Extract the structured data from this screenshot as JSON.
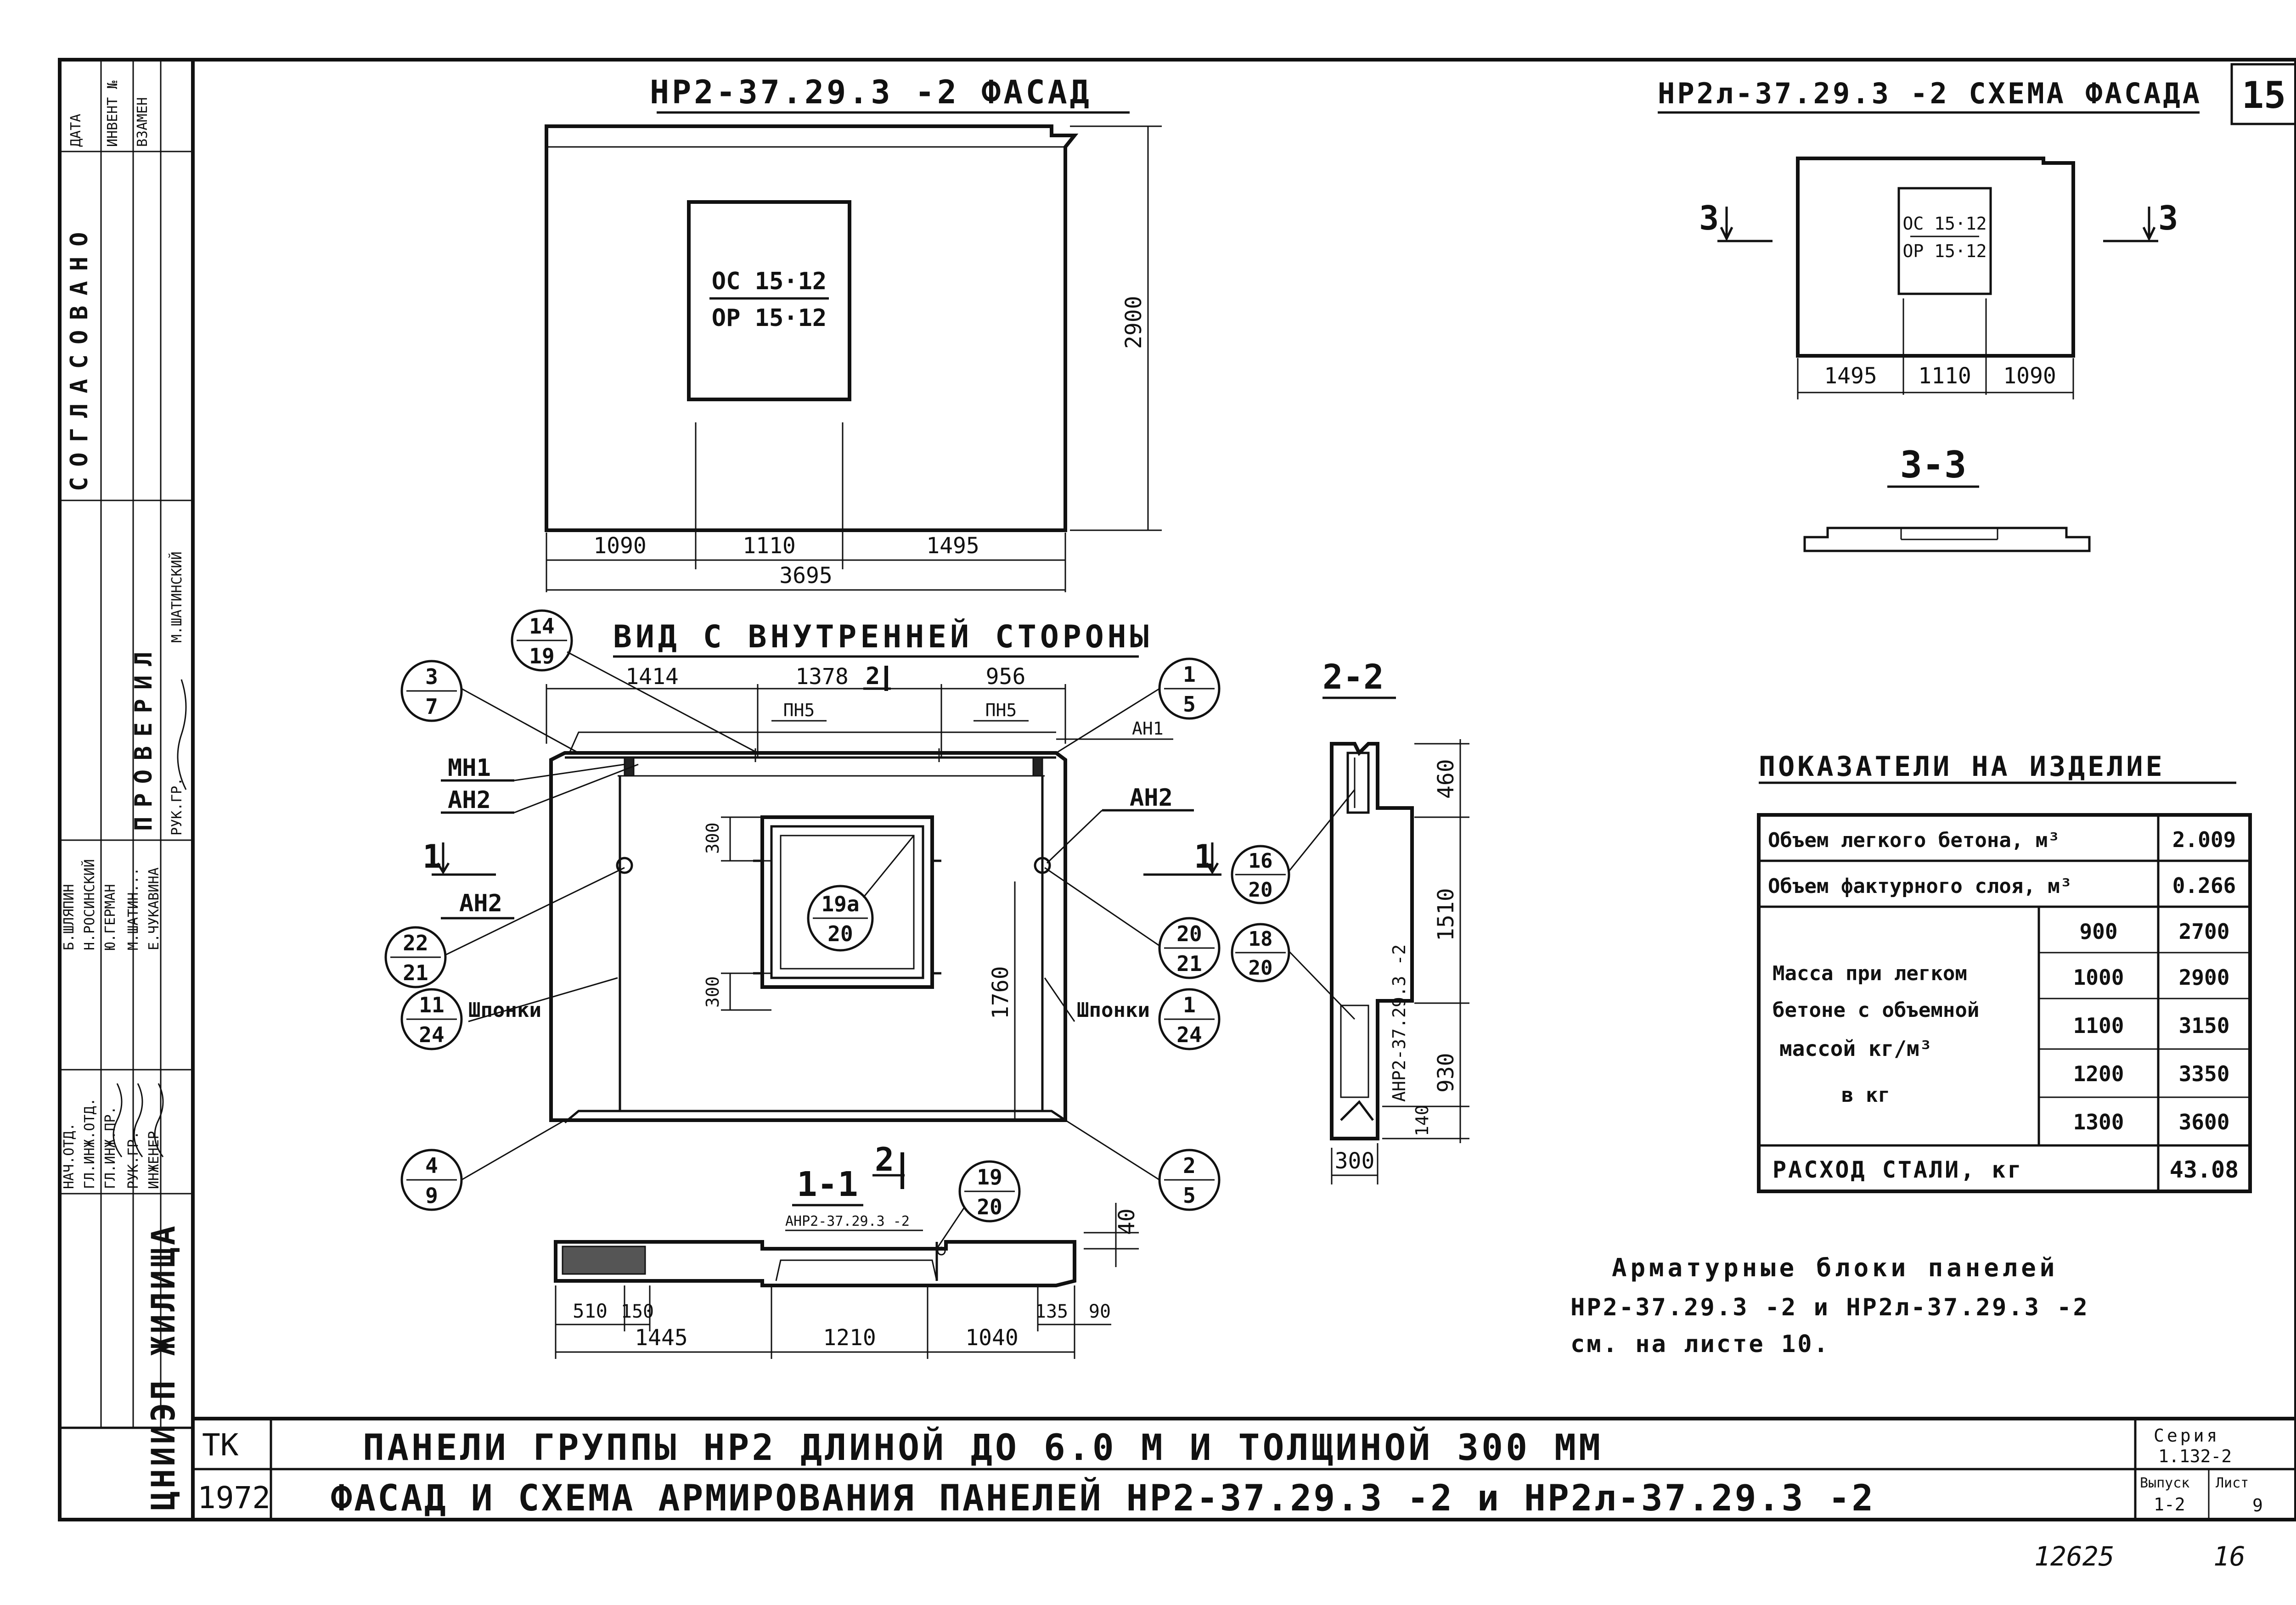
{
  "sheet_number": "15",
  "facade": {
    "title": "НР2-37.29.3 -2 ФАСАД",
    "window_label_top": "ОС 15·12",
    "window_label_bottom": "ОР 15·12",
    "dim_height": "2900",
    "dims_bottom": [
      "1090",
      "1110",
      "1495"
    ],
    "dim_total": "3695"
  },
  "schema": {
    "title": "НР2л-37.29.3 -2 СХЕМА ФАСАДА",
    "window_label_top": "ОС 15·12",
    "window_label_bottom": "ОР 15·12",
    "section_mark": "3",
    "dims_bottom": [
      "1495",
      "1110",
      "1090"
    ],
    "section_title": "3-3"
  },
  "inner_view": {
    "title": "ВИД С ВНУТРЕННЕЙ СТОРОНЫ",
    "dims_top": [
      "1414",
      "1378",
      "956"
    ],
    "section_mark_top": "2",
    "labels": [
      "ПН5",
      "ПН5",
      "АН1",
      "МН1",
      "АН2",
      "АН2",
      "АН2",
      "Шпонки",
      "Шпонки"
    ],
    "section_mark_side": "1",
    "dims_window": [
      "300",
      "300"
    ],
    "dim_vertical": "1760",
    "callouts": [
      {
        "num": "14",
        "den": "19"
      },
      {
        "num": "3",
        "den": "7"
      },
      {
        "num": "1",
        "den": "5"
      },
      {
        "num": "22",
        "den": "21"
      },
      {
        "num": "11",
        "den": "24"
      },
      {
        "num": "19а",
        "den": "20"
      },
      {
        "num": "20",
        "den": "21"
      },
      {
        "num": "1",
        "den": "24"
      },
      {
        "num": "4",
        "den": "9"
      },
      {
        "num": "2",
        "den": "5"
      }
    ]
  },
  "section_1_1": {
    "title": "1-1",
    "sub": "АНР2-37.29.3 -2",
    "section_mark": "2",
    "callout": {
      "num": "19",
      "den": "20"
    },
    "dims_small": [
      "510",
      "150"
    ],
    "dims_main": [
      "1445",
      "1210",
      "1040"
    ],
    "dims_right": [
      "135",
      "90"
    ],
    "dim_40": "40"
  },
  "section_2_2": {
    "title": "2-2",
    "label_vertical": "АНР2-37.29.3 -2",
    "dims_vertical": [
      "460",
      "1510",
      "930",
      "140"
    ],
    "dim_width": "300",
    "callouts": [
      {
        "num": "16",
        "den": "20"
      },
      {
        "num": "18",
        "den": "20"
      }
    ]
  },
  "indicators": {
    "title": "ПОКАЗАТЕЛИ НА ИЗДЕЛИЕ",
    "rows": [
      {
        "label": "Объем легкого бетона, м³",
        "value": "2.009"
      },
      {
        "label": "Объем фактурного слоя, м³",
        "value": "0.266"
      }
    ],
    "mass_label": [
      "Масса при легком",
      "бетоне с объемной",
      "массой кг/м³",
      "в кг"
    ],
    "mass_rows": [
      {
        "density": "900",
        "value": "2700"
      },
      {
        "density": "1000",
        "value": "2900"
      },
      {
        "density": "1100",
        "value": "3150"
      },
      {
        "density": "1200",
        "value": "3350"
      },
      {
        "density": "1300",
        "value": "3600"
      }
    ],
    "steel_label": "РАСХОД СТАЛИ, кг",
    "steel_value": "43.08"
  },
  "note": [
    "Арматурные блоки панелей",
    "НР2-37.29.3 -2 и НР2л-37.29.3 -2",
    "см. на листе 10."
  ],
  "title_block": {
    "code": "ТК",
    "year": "1972",
    "line1": "ПАНЕЛИ ГРУППЫ НР2 ДЛИНОЙ ДО 6.0 М И ТОЛЩИНОЙ 300 ММ",
    "line2": "ФАСАД И СХЕМА АРМИРОВАНИЯ ПАНЕЛЕЙ НР2-37.29.3 -2 и НР2л-37.29.3 -2",
    "series_label": "Серия",
    "series_value": "1.132-2",
    "issue_label": "Выпуск",
    "issue_value": "1-2",
    "sheet_label": "Лист",
    "sheet_value": "9",
    "inventory_handwritten": "12625",
    "page_handwritten": "16"
  },
  "side_block": {
    "col_headers": [
      "ДАТА",
      "ИНВЕНТ №",
      "ВЗАМЕН"
    ],
    "agreed": "СОГЛАСОВАНО",
    "checked": "ПРОВЕРИЛ",
    "check_roles": [
      "РУК.ГР.",
      "М.ШАТИНСКИЙ"
    ],
    "roles": [
      "НАЧ.ОТД.",
      "ГЛ.ИНЖ.ОТД.",
      "ГЛ.ИНЖ.ПР.",
      "РУК.ГР.",
      "ИНЖЕНЕР"
    ],
    "names": [
      "Б.ШЛЯПИН",
      "Н.РОСИНСКИЙ",
      "Ю.ГЕРМАН",
      "М.ШАТИН...",
      "Е.ЧУКАВИНА"
    ],
    "org": "ЦНИИЭП ЖИЛИЩА"
  }
}
